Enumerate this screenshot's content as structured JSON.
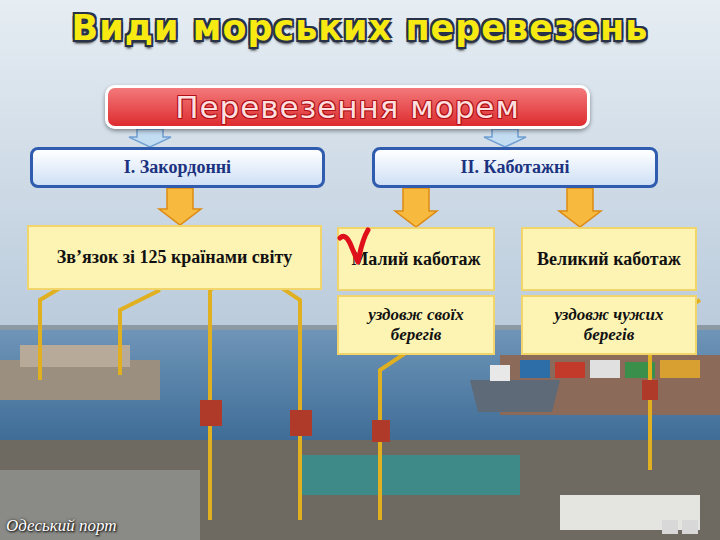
{
  "diagram": {
    "title": "Види морських перевезень",
    "caption": "Одеський порт",
    "nodes": [
      {
        "text": [
          "Перевезення морем"
        ]
      },
      {
        "text": [
          "І. Закордонні"
        ]
      },
      {
        "text": [
          "ІІ. Каботажні"
        ]
      },
      {
        "text": [
          "Зв’язок зі 125 країнами світу"
        ]
      },
      {
        "text": [
          "Малий каботаж"
        ]
      },
      {
        "text": [
          "уздовж своїх берегів"
        ]
      },
      {
        "text": [
          "Великий каботаж"
        ]
      },
      {
        "text": [
          "уздовж чужих берегів"
        ]
      }
    ],
    "edges": [
      {
        "from": 0,
        "to": 1,
        "arrow": "to"
      },
      {
        "from": 0,
        "to": 2,
        "arrow": "to"
      },
      {
        "from": 1,
        "to": 3,
        "arrow": "to"
      },
      {
        "from": 2,
        "to": 4,
        "arrow": "to"
      },
      {
        "from": 2,
        "to": 6,
        "arrow": "to"
      }
    ]
  }
}
